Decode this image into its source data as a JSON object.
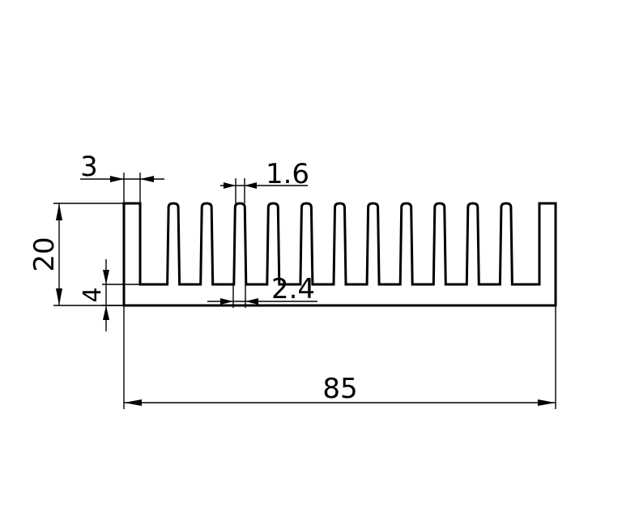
{
  "dimensions": {
    "base_width": "85",
    "total_height": "20",
    "base_thickness": "4",
    "edge_fin_width": "3",
    "fin_width": "1.6",
    "fin_gap": "2.4"
  },
  "fin_count": 13
}
